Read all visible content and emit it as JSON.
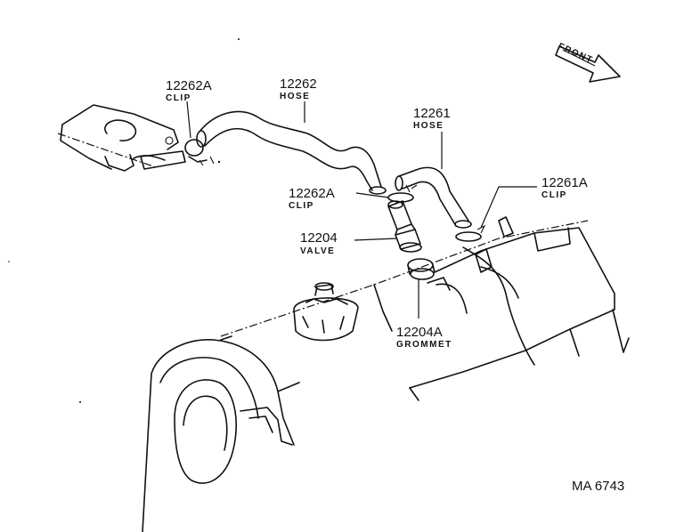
{
  "labels": {
    "clip_left": {
      "number": "12262A",
      "name": "CLIP"
    },
    "hose_main": {
      "number": "12262",
      "name": "HOSE"
    },
    "hose_right": {
      "number": "12261",
      "name": "HOSE"
    },
    "clip_mid": {
      "number": "12262A",
      "name": "CLIP"
    },
    "clip_right": {
      "number": "12261A",
      "name": "CLIP"
    },
    "valve": {
      "number": "12204",
      "name": "VALVE"
    },
    "grommet": {
      "number": "12204A",
      "name": "GROMMET"
    }
  },
  "front_label": "FRONT",
  "figure_code": "MA 6743"
}
